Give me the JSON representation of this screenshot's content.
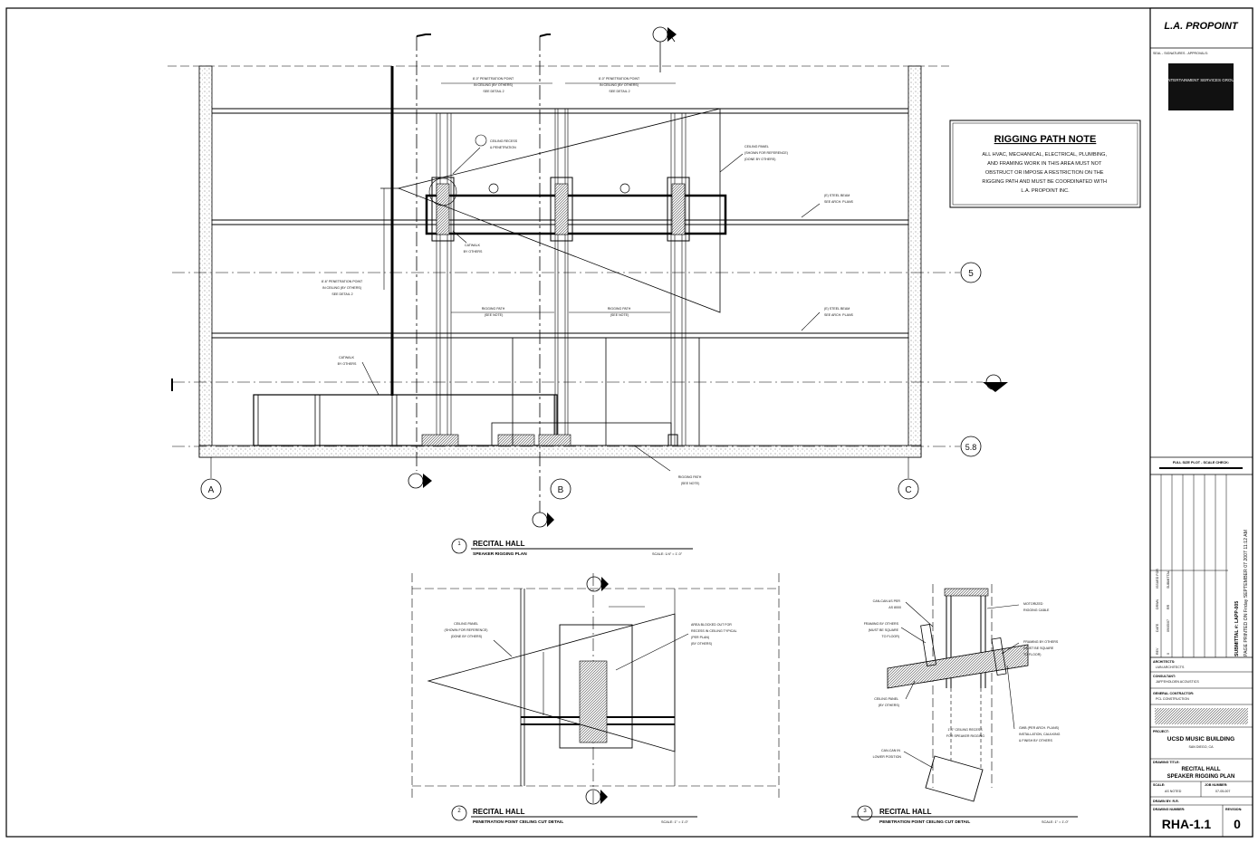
{
  "titleblock": {
    "company": "L.A. PROPOINT",
    "scale_signatures": "SEAL - SIGNATURES - APPROVALS:",
    "stamp": "ENTERTAINMENT SERVICES GROUP",
    "full_size_plot": "FULL SIZE PLOT - SCALE CHECK:",
    "submittal": "SUBMITTAL #: LAPP-005",
    "page_printed": "PAGE PRINTED ON Friday SEPTEMBER 07 2007 11:12 AM",
    "architects_label": "ARCHITECTS:",
    "architects": "LMN ARCHITECTS",
    "consultant_label": "CONSULTANT:",
    "consultant": "JAFFEHOLDEN ACOUSTICS",
    "gc_label": "GENERAL CONTRACTOR:",
    "gc": "PCL CONSTRUCTION",
    "project_label": "PROJECT:",
    "project": "UCSD MUSIC BUILDING",
    "project_city": "SAN DIEGO, CA",
    "drawing_title_label": "DRAWING TITLE:",
    "drawing_title_1": "RECITAL HALL",
    "drawing_title_2": "SPEAKER RIGGING PLAN",
    "scale_label": "SCALE:",
    "scale_value": "AS NOTED",
    "job_label": "JOB NUMBER:",
    "job_value": "07-05-007",
    "drawn_label": "DRAWN BY: R.R.",
    "sheet_label": "DRAWING NUMBER:",
    "sheet_number": "RHA-1.1",
    "revision_label": "REVISION:",
    "revision": "0",
    "rev_cols": [
      "REV",
      "DATE",
      "DRWN",
      "ISSUED FOR"
    ],
    "rev_row": [
      "0",
      "09/05/07",
      "RR",
      "SUBMITTAL"
    ]
  },
  "note": {
    "title": "RIGGING PATH NOTE",
    "lines": [
      "ALL HVAC, MECHANICAL, ELECTRICAL, PLUMBING,",
      "AND FRAMING WORK IN THIS AREA MUST NOT",
      "OBSTRUCT OR IMPOSE A RESTRICTION ON THE",
      "RIGGING PATH AND MUST BE COORDINATED WITH",
      "L.A. PROPOINT INC."
    ]
  },
  "grid": {
    "a": "A",
    "b": "B",
    "c": "C",
    "r5": "5",
    "r58": "5.8"
  },
  "plan1": {
    "labels": {
      "pen_top_left": [
        "8'-0\" PENETRATION POINT",
        "IN CEILING (BY OTHERS)",
        "SEE DETAIL 2"
      ],
      "pen_top_right": [
        "8'-0\" PENETRATION POINT",
        "IN CEILING (BY OTHERS)",
        "SEE DETAIL 2"
      ],
      "pen_left": [
        "8'-6\" PENETRATION POINT",
        "IN CEILING (BY OTHERS)",
        "SEE DETAIL 2"
      ],
      "ceiling_recess": [
        "CEILING RECESS",
        "& PENETRATION"
      ],
      "ceiling_panel": [
        "CEILING PANEL",
        "(SHOWN FOR REFERENCE)",
        "(DONE BY OTHERS)"
      ],
      "steel_beam_1": [
        "(E) STEEL BEAM",
        "SEE ARCH. PLANS"
      ],
      "steel_beam_2": [
        "(E) STEEL BEAM",
        "SEE ARCH. PLANS"
      ],
      "catwalk_1": [
        "CATWALK",
        "BY OTHERS"
      ],
      "catwalk_2": [
        "CATWALK",
        "BY OTHERS"
      ],
      "rigging_path_1": [
        "RIGGING PATH",
        "(SEE NOTE)"
      ],
      "rigging_path_2": [
        "RIGGING PATH",
        "(SEE NOTE)"
      ],
      "rigging_path_3": [
        "RIGGING PATH",
        "(SEE NOTE)"
      ]
    },
    "title": "RECITAL HALL",
    "subtitle": "SPEAKER RIGGING PLAN",
    "scale": "SCALE: 1/4\" = 1'-0\"",
    "number": "1"
  },
  "detail2": {
    "labels": {
      "ceiling_panel": [
        "CEILING PANEL",
        "(SHOWN FOR REFERENCE)",
        "(DONE BY OTHERS)"
      ],
      "area_blocked": [
        "AREA BLOCKED OUT FOR",
        "RECESS IN CEILING TYPICAL",
        "(PER PLAN)",
        "(BY OTHERS)"
      ]
    },
    "title": "RECITAL HALL",
    "subtitle": "PENETRATION POINT CEILING CUT DETAIL",
    "scale": "SCALE: 1\" = 1'-0\"",
    "number": "2"
  },
  "detail3": {
    "labels": {
      "can_can_as_per": [
        "CAN-CAN AS PER",
        "AS 8000"
      ],
      "framing_left": [
        "FRAMING BY OTHERS",
        "(MUST BE SQUARE",
        "TO FLOOR)"
      ],
      "ceiling_panel": [
        "CEILING PANEL",
        "(BY OTHERS)"
      ],
      "motorized": [
        "MOTORIZED",
        "RIGGING CABLE"
      ],
      "framing_right": [
        "FRAMING BY OTHERS",
        "(MUST BE SQUARE",
        "TO FLOOR)"
      ],
      "recess": [
        "1'-0\" CEILING RECESS",
        "FOR SPEAKER RIGGING"
      ],
      "gwb": [
        "GWB (PER ARCH. PLANS)",
        "INSTALLATION, CAULKING",
        "& FINISH BY OTHERS"
      ],
      "can_can_lower": [
        "CAN-CAN IN",
        "LOWER POSITION"
      ]
    },
    "title": "RECITAL HALL",
    "subtitle": "PENETRATION POINT CEILING CUT DETAIL",
    "scale": "SCALE: 1\" = 1'-0\"",
    "number": "3"
  }
}
